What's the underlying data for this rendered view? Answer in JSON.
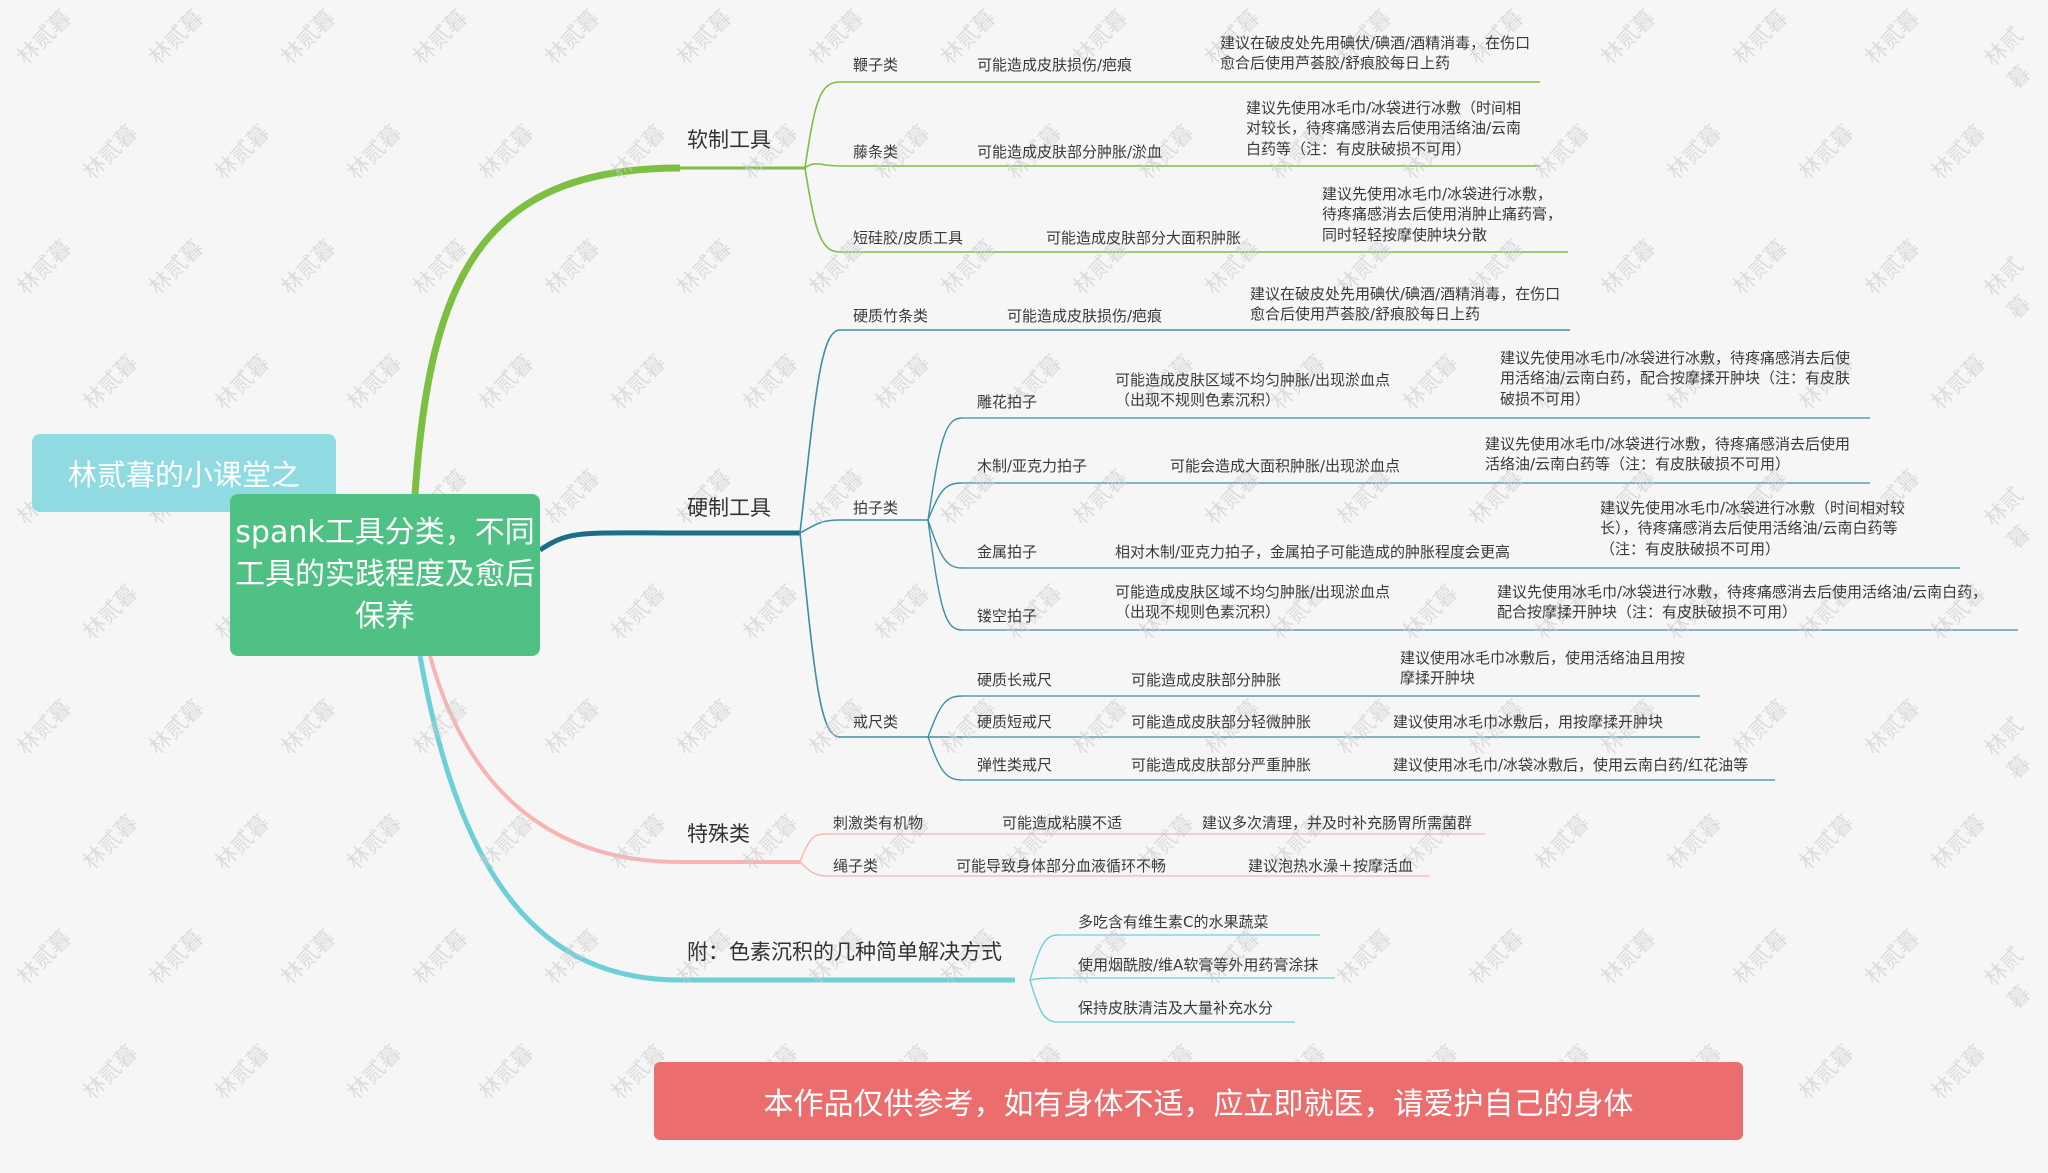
{
  "title": {
    "tag": "林贰暮的小课堂之",
    "main": "spank工具分类，不同工具的实践程度及愈后保养"
  },
  "branches": {
    "soft": {
      "label": "软制工具",
      "items": [
        {
          "name": "鞭子类",
          "effect": "可能造成皮肤损伤/疤痕",
          "advice": "建议在破皮处先用碘伏/碘酒/酒精消毒，在伤口愈合后使用芦荟胶/舒痕胶每日上药"
        },
        {
          "name": "藤条类",
          "effect": "可能造成皮肤部分肿胀/淤血",
          "advice": "建议先使用冰毛巾/冰袋进行冰敷（时间相对较长，待疼痛感消去后使用活络油/云南白药等（注：有皮肤破损不可用）"
        },
        {
          "name": "短硅胶/皮质工具",
          "effect": "可能造成皮肤部分大面积肿胀",
          "advice": "建议先使用冰毛巾/冰袋进行冰敷，待疼痛感消去后使用消肿止痛药膏，同时轻轻按摩使肿块分散"
        }
      ]
    },
    "hard": {
      "label": "硬制工具",
      "bamboo": {
        "name": "硬质竹条类",
        "effect": "可能造成皮肤损伤/疤痕",
        "advice": "建议在破皮处先用碘伏/碘酒/酒精消毒，在伤口愈合后使用芦荟胶/舒痕胶每日上药"
      },
      "paddle": {
        "label": "拍子类",
        "items": [
          {
            "name": "雕花拍子",
            "effect": "可能造成皮肤区域不均匀肿胀/出现淤血点（出现不规则色素沉积）",
            "advice": "建议先使用冰毛巾/冰袋进行冰敷，待疼痛感消去后使用活络油/云南白药，配合按摩揉开肿块（注：有皮肤破损不可用）"
          },
          {
            "name": "木制/亚克力拍子",
            "effect": "可能会造成大面积肿胀/出现淤血点",
            "advice": "建议先使用冰毛巾/冰袋进行冰敷，待疼痛感消去后使用活络油/云南白药等（注：有皮肤破损不可用）"
          },
          {
            "name": "金属拍子",
            "effect": "相对木制/亚克力拍子，金属拍子可能造成的肿胀程度会更高",
            "advice": "建议先使用冰毛巾/冰袋进行冰敷（时间相对较长），待疼痛感消去后使用活络油/云南白药等（注：有皮肤破损不可用）"
          },
          {
            "name": "镂空拍子",
            "effect": "可能造成皮肤区域不均匀肿胀/出现淤血点（出现不规则色素沉积）",
            "advice": "建议先使用冰毛巾/冰袋进行冰敷，待疼痛感消去后使用活络油/云南白药，配合按摩揉开肿块（注：有皮肤破损不可用）"
          }
        ]
      },
      "ruler": {
        "label": "戒尺类",
        "items": [
          {
            "name": "硬质长戒尺",
            "effect": "可能造成皮肤部分肿胀",
            "advice": "建议使用冰毛巾冰敷后，使用活络油且用按摩揉开肿块"
          },
          {
            "name": "硬质短戒尺",
            "effect": "可能造成皮肤部分轻微肿胀",
            "advice": "建议使用冰毛巾冰敷后，用按摩揉开肿块"
          },
          {
            "name": "弹性类戒尺",
            "effect": "可能造成皮肤部分严重肿胀",
            "advice": "建议使用冰毛巾/冰袋冰敷后，使用云南白药/红花油等"
          }
        ]
      }
    },
    "special": {
      "label": "特殊类",
      "items": [
        {
          "name": "刺激类有机物",
          "effect": "可能造成粘膜不适",
          "advice": "建议多次清理，并及时补充肠胃所需菌群"
        },
        {
          "name": "绳子类",
          "effect": "可能导致身体部分血液循环不畅",
          "advice": "建议泡热水澡＋按摩活血"
        }
      ]
    },
    "appendix": {
      "label": "附：色素沉积的几种简单解决方式",
      "items": [
        "多吃含有维生素C的水果蔬菜",
        "使用烟酰胺/维A软膏等外用药膏涂抹",
        "保持皮肤清洁及大量补充水分"
      ]
    }
  },
  "disclaimer": "本作品仅供参考，如有身体不适，应立即就医，请爱护自己的身体",
  "watermark": "林贰暮",
  "colors": {
    "soft": "#7cbf43",
    "hard": "#1b6e87",
    "hard_line": "#3e8ea7",
    "special": "#f7b4b3",
    "appendix": "#6dd0d8",
    "title_tag": "#8fdbe1",
    "title_main": "#4fc184",
    "disclaimer": "#ec6d6e"
  }
}
